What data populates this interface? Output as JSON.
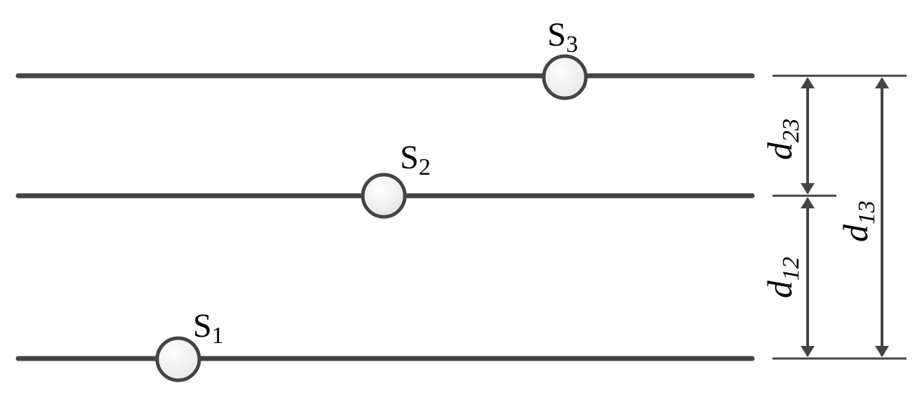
{
  "diagram": {
    "colors": {
      "line": "#444444",
      "node_fill_light": "#ffffff",
      "node_fill_dark": "#e6e6e6",
      "node_stroke": "#444444"
    },
    "nodes": [
      {
        "label_main": "S",
        "label_sub": "3"
      },
      {
        "label_main": "S",
        "label_sub": "2"
      },
      {
        "label_main": "S",
        "label_sub": "1"
      }
    ],
    "dimensions": [
      {
        "label_main": "d",
        "label_sub": "23"
      },
      {
        "label_main": "d",
        "label_sub": "12"
      },
      {
        "label_main": "d",
        "label_sub": "13"
      }
    ]
  }
}
